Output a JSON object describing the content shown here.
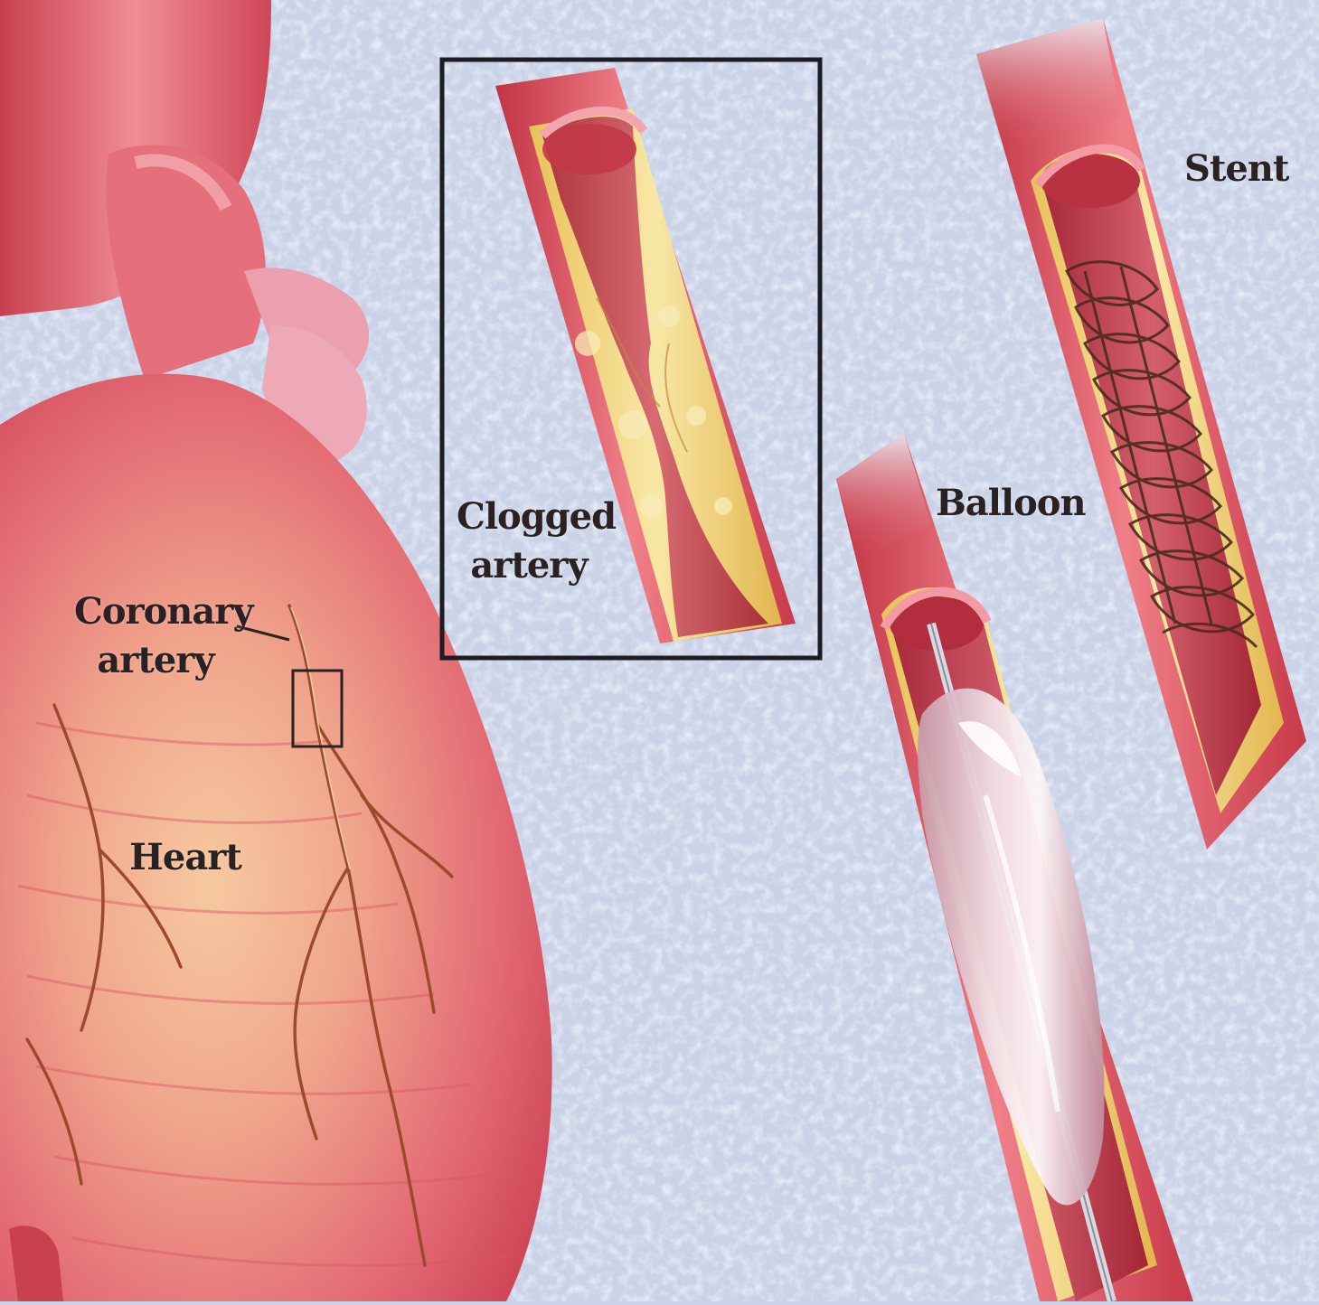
{
  "labels": {
    "coronary_artery": [
      "Coronary",
      "artery"
    ],
    "heart": "Heart",
    "clogged_artery": [
      "Clogged",
      "artery"
    ],
    "balloon": "Balloon",
    "stent": "Stent"
  },
  "colors": {
    "background": "#c9d2e6",
    "heart_muscle": "#e0606e",
    "artery_wall": "#d94a58",
    "plaque": "#f0d77e",
    "inset_border": "#1c1c24",
    "stent_wire": "#4a2c1c",
    "label_text": "#2a2222"
  }
}
